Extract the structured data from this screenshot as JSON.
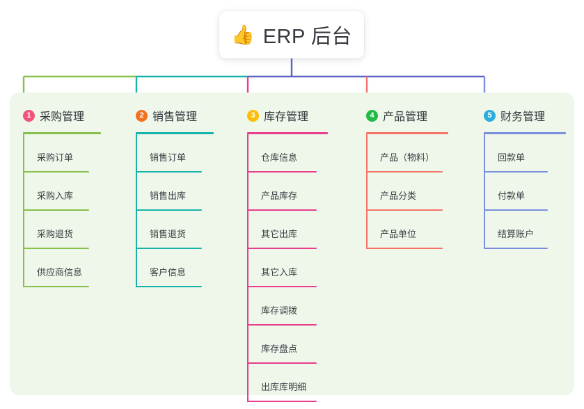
{
  "root": {
    "icon": "thumbs-up-icon",
    "emoji": "👍",
    "title": "ERP 后台"
  },
  "panel": {
    "background_color": "#eff7ea"
  },
  "trunk_color": "#5b63c4",
  "columns": [
    {
      "number": "1",
      "title": "采购管理",
      "badge_color": "#f0547a",
      "line_color": "#86c04c",
      "items": [
        {
          "label": "采购订单"
        },
        {
          "label": "采购入库"
        },
        {
          "label": "采购退货"
        },
        {
          "label": "供应商信息"
        }
      ]
    },
    {
      "number": "2",
      "title": "销售管理",
      "badge_color": "#f2711c",
      "line_color": "#17b3ab",
      "items": [
        {
          "label": "销售订单"
        },
        {
          "label": "销售出库"
        },
        {
          "label": "销售退货"
        },
        {
          "label": "客户信息"
        }
      ]
    },
    {
      "number": "3",
      "title": "库存管理",
      "badge_color": "#fbbd08",
      "line_color": "#e83e8c",
      "items": [
        {
          "label": "仓库信息"
        },
        {
          "label": "产品库存"
        },
        {
          "label": "其它出库"
        },
        {
          "label": "其它入库"
        },
        {
          "label": "库存调拨"
        },
        {
          "label": "库存盘点"
        },
        {
          "label": "出库库明细"
        }
      ]
    },
    {
      "number": "4",
      "title": "产品管理",
      "badge_color": "#21ba45",
      "line_color": "#f7736a",
      "items": [
        {
          "label": "产品（物料）"
        },
        {
          "label": "产品分类"
        },
        {
          "label": "产品单位"
        }
      ]
    },
    {
      "number": "5",
      "title": "财务管理",
      "badge_color": "#2badde",
      "line_color": "#7b8fde",
      "items": [
        {
          "label": "回款单"
        },
        {
          "label": "付款单"
        },
        {
          "label": "结算账户"
        }
      ]
    }
  ]
}
